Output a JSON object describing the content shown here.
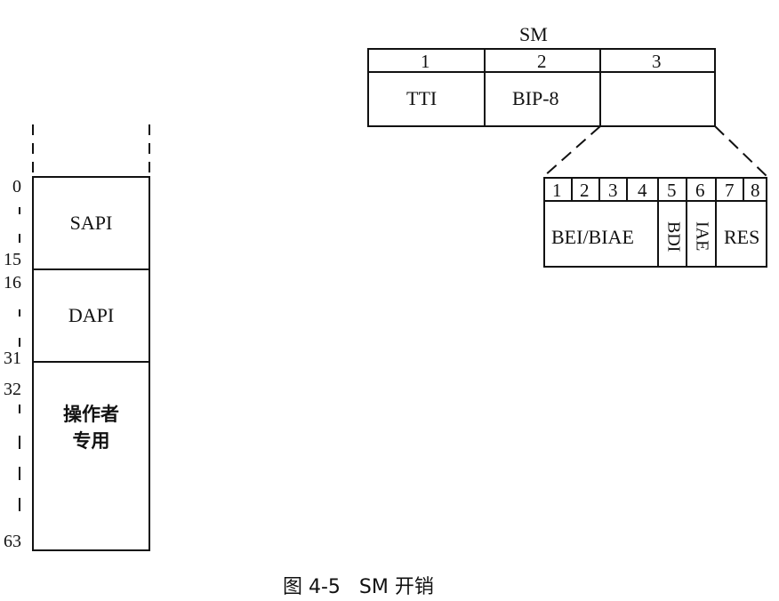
{
  "sm_header": {
    "title": "SM",
    "byte_numbers": [
      "1",
      "2",
      "3"
    ],
    "fields": [
      "TTI",
      "BIP-8",
      ""
    ]
  },
  "byte3_detail": {
    "bit_numbers": [
      "1",
      "2",
      "3",
      "4",
      "5",
      "6",
      "7",
      "8"
    ],
    "fields": [
      "BEI/BIAE",
      "BDI",
      "IAE",
      "RES"
    ]
  },
  "tti_structure": {
    "byte_indices": [
      "0",
      "15",
      "16",
      "31",
      "32",
      "63"
    ],
    "segments": [
      "SAPI",
      "DAPI",
      "操作者\n专用"
    ]
  },
  "caption": "图 4-5   SM 开销"
}
